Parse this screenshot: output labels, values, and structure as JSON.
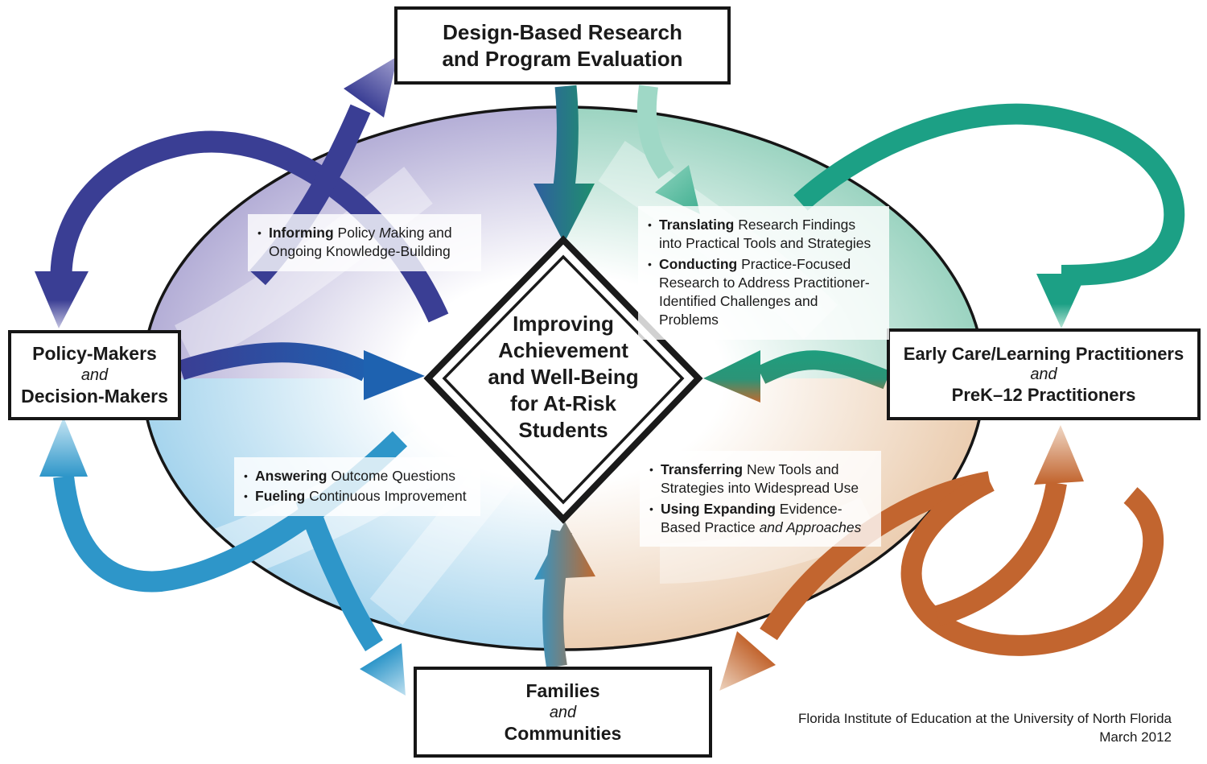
{
  "nodes": {
    "top": {
      "line1": "Design-Based Research",
      "line2": "and Program Evaluation"
    },
    "left": {
      "line1": "Policy-Makers",
      "line2": "and",
      "line3": "Decision-Makers"
    },
    "right": {
      "line1": "Early Care/Learning Practitioners",
      "line2": "and",
      "line3": "PreK–12 Practitioners"
    },
    "bottom": {
      "line1": "Families",
      "line2": "and",
      "line3": "Communities"
    }
  },
  "diamond": {
    "full_text": "Improving Achievement and Well-Being for At-Risk Students",
    "lines": [
      "Improving",
      "Achievement",
      "and Well-Being",
      "for At-Risk",
      "Students"
    ]
  },
  "ui": {
    "bullet": "•"
  },
  "notes": {
    "top_left": {
      "bullets": [
        {
          "segments": [
            {
              "t": "Informing",
              "s": "b"
            },
            {
              "t": " Policy ",
              "s": "r"
            },
            {
              "t": "M",
              "s": "i"
            },
            {
              "t": "aking and Ongoing Knowledge-Building",
              "s": "r"
            }
          ]
        }
      ]
    },
    "top_right": {
      "bullets": [
        {
          "segments": [
            {
              "t": "Translating",
              "s": "b"
            },
            {
              "t": " Research Findings into Practical Tools and Strategies",
              "s": "r"
            }
          ]
        },
        {
          "segments": [
            {
              "t": "Conducting",
              "s": "b"
            },
            {
              "t": " Practice-Focused Research to Address Practitioner-Identified Challenges and Problems",
              "s": "r"
            }
          ]
        }
      ]
    },
    "bottom_left": {
      "bullets": [
        {
          "segments": [
            {
              "t": "Answering",
              "s": "b"
            },
            {
              "t": " Outcome Questions",
              "s": "r"
            }
          ]
        },
        {
          "segments": [
            {
              "t": "Fueling",
              "s": "b"
            },
            {
              "t": " Continuous Improvement",
              "s": "r"
            }
          ]
        }
      ]
    },
    "bottom_right": {
      "bullets": [
        {
          "segments": [
            {
              "t": "Transferring",
              "s": "b"
            },
            {
              "t": " New Tools and Strategies into Widespread Use",
              "s": "r"
            }
          ]
        },
        {
          "segments": [
            {
              "t": "Using Expanding",
              "s": "b"
            },
            {
              "t": " Evidence-Based Practice ",
              "s": "r"
            },
            {
              "t": "and Approaches",
              "s": "i"
            }
          ]
        }
      ]
    }
  },
  "footer": {
    "line1": "Florida Institute of Education at the University of North Florida",
    "line2": "March 2012"
  },
  "colors": {
    "indigo_arrow": "#3A3E94",
    "blue_arrow": "#1E62B0",
    "cyan_arrow": "#2E96C9",
    "teal_arrow": "#1CA085",
    "light_teal_arrow": "#9FD8C6",
    "orange_arrow": "#C2652F",
    "quadrant_top_left": "#B3ADD6",
    "quadrant_top_right": "#9AD3C0",
    "quadrant_bottom_left": "#A5D4ED",
    "quadrant_bottom_right": "#EBCDB0",
    "outline": "#161616"
  }
}
